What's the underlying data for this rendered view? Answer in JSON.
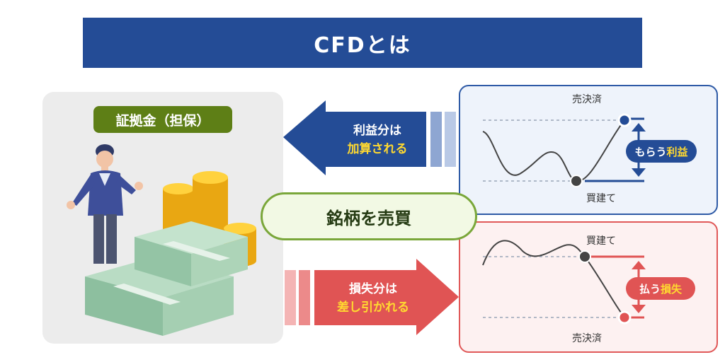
{
  "title": "CFDとは",
  "margin": {
    "label": "証拠金（担保）"
  },
  "center": {
    "label": "銘柄を売買"
  },
  "profit_arrow": {
    "line1": "利益分は",
    "line2": "加算される"
  },
  "loss_arrow": {
    "line1": "損失分は",
    "line2": "差し引かれる"
  },
  "profit_panel": {
    "sell_label": "売決済",
    "buy_label": "買建て",
    "tag_prefix": "もらう",
    "tag_emphasis": "利益"
  },
  "loss_panel": {
    "buy_label": "買建て",
    "sell_label": "売決済",
    "tag_prefix": "払う",
    "tag_emphasis": "損失"
  },
  "colors": {
    "navy": "#244c96",
    "green": "#5e7f16",
    "red": "#e05454",
    "yellow": "#ffd930"
  }
}
